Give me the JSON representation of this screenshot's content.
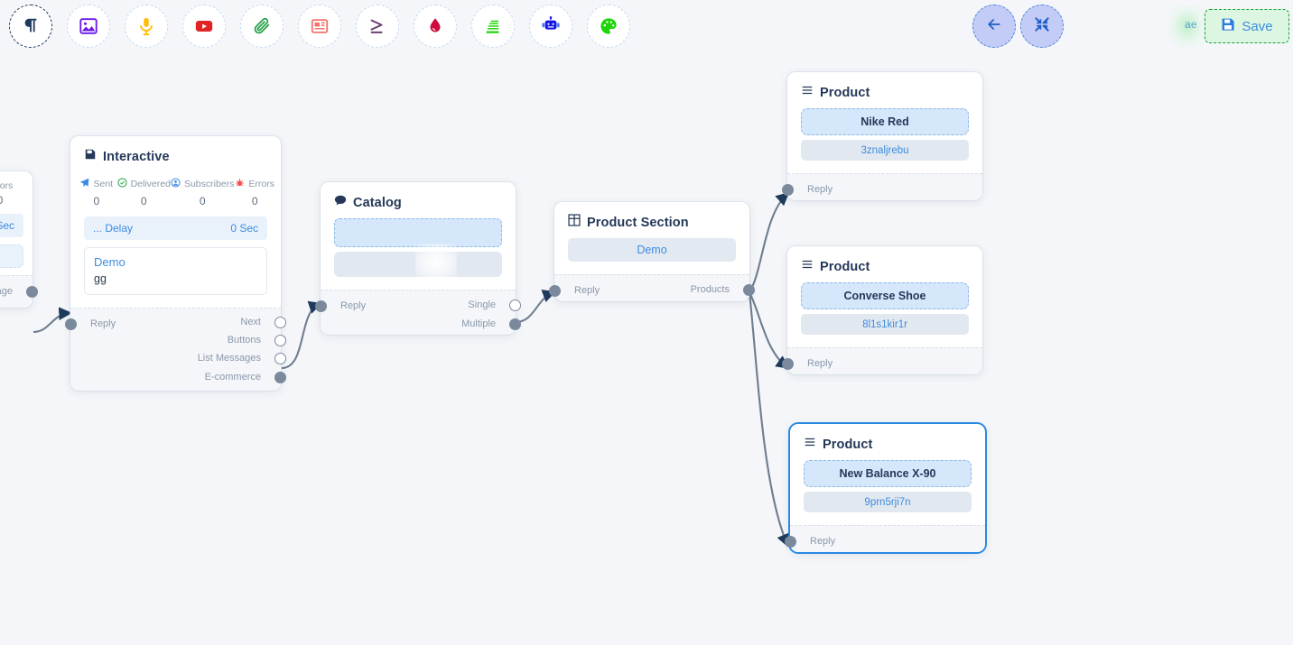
{
  "toolbar": {
    "tools": [
      {
        "name": "text-tool",
        "icon": "pilcrow-icon",
        "active": true
      },
      {
        "name": "image-tool",
        "icon": "image-icon",
        "active": false
      },
      {
        "name": "audio-tool",
        "icon": "microphone-icon",
        "active": false
      },
      {
        "name": "video-tool",
        "icon": "video-icon",
        "active": false
      },
      {
        "name": "attachment-tool",
        "icon": "paperclip-icon",
        "active": false
      },
      {
        "name": "document-tool",
        "icon": "article-icon",
        "active": false
      },
      {
        "name": "condition-tool",
        "icon": "greater-equal-icon",
        "active": false
      },
      {
        "name": "location-tool",
        "icon": "droplet-icon",
        "active": false
      },
      {
        "name": "list-tool",
        "icon": "list-stack-icon",
        "active": false
      },
      {
        "name": "bot-tool",
        "icon": "robot-icon",
        "active": false
      },
      {
        "name": "template-tool",
        "icon": "palette-icon",
        "active": false
      }
    ],
    "back_label": "back-arrow-icon",
    "fit_label": "fit-screen-icon",
    "ghost_text": "ae",
    "save_label": "Save",
    "save_icon": "floppy-disk-icon",
    "colors": {
      "accent_blue": "#3c8ce0",
      "save_green": "#15a32e",
      "nav_purple": "#c3ccf7"
    }
  },
  "nodes": {
    "partial_left": {
      "stat_label": "Errors",
      "stat_value": "0",
      "delay_value": "Sec",
      "port_label": "essage"
    },
    "interactive": {
      "title": "Interactive",
      "icon": "floppy-node-icon",
      "stats": [
        {
          "label": "Sent",
          "value": "0",
          "icon": "paper-plane-icon"
        },
        {
          "label": "Delivered",
          "value": "0",
          "icon": "check-circle-icon"
        },
        {
          "label": "Subscribers",
          "value": "0",
          "icon": "user-circle-icon"
        },
        {
          "label": "Errors",
          "value": "0",
          "icon": "bug-icon"
        }
      ],
      "delay_label": "... Delay",
      "delay_value": "0 Sec",
      "message_title": "Demo",
      "message_body": "gg",
      "in_ports": [
        {
          "label": "Reply",
          "connected": true
        }
      ],
      "out_ports": [
        {
          "label": "Next",
          "connected": false
        },
        {
          "label": "Buttons",
          "connected": false
        },
        {
          "label": "List Messages",
          "connected": false
        },
        {
          "label": "E-commerce",
          "connected": true
        }
      ]
    },
    "catalog": {
      "title": "Catalog",
      "icon": "chat-bubble-icon",
      "in_ports": [
        {
          "label": "Reply",
          "connected": true
        }
      ],
      "out_ports": [
        {
          "label": "Single",
          "connected": false
        },
        {
          "label": "Multiple",
          "connected": true
        }
      ]
    },
    "product_section": {
      "title": "Product Section",
      "icon": "grid-icon",
      "button_label": "Demo",
      "in_ports": [
        {
          "label": "Reply",
          "connected": true
        }
      ],
      "out_ports": [
        {
          "label": "Products",
          "connected": true
        }
      ]
    },
    "product_nike": {
      "title": "Product",
      "icon": "hamburger-icon",
      "product_name": "Nike Red",
      "product_sku": "3znaljrebu",
      "in_ports": [
        {
          "label": "Reply",
          "connected": true
        }
      ],
      "selected": false
    },
    "product_converse": {
      "title": "Product",
      "icon": "hamburger-icon",
      "product_name": "Converse Shoe",
      "product_sku": "8l1s1kir1r",
      "in_ports": [
        {
          "label": "Reply",
          "connected": true
        }
      ],
      "selected": false
    },
    "product_newbalance": {
      "title": "Product",
      "icon": "hamburger-icon",
      "product_name": "New Balance X-90",
      "product_sku": "9prn5rji7n",
      "in_ports": [
        {
          "label": "Reply",
          "connected": true
        }
      ],
      "selected": true
    }
  }
}
